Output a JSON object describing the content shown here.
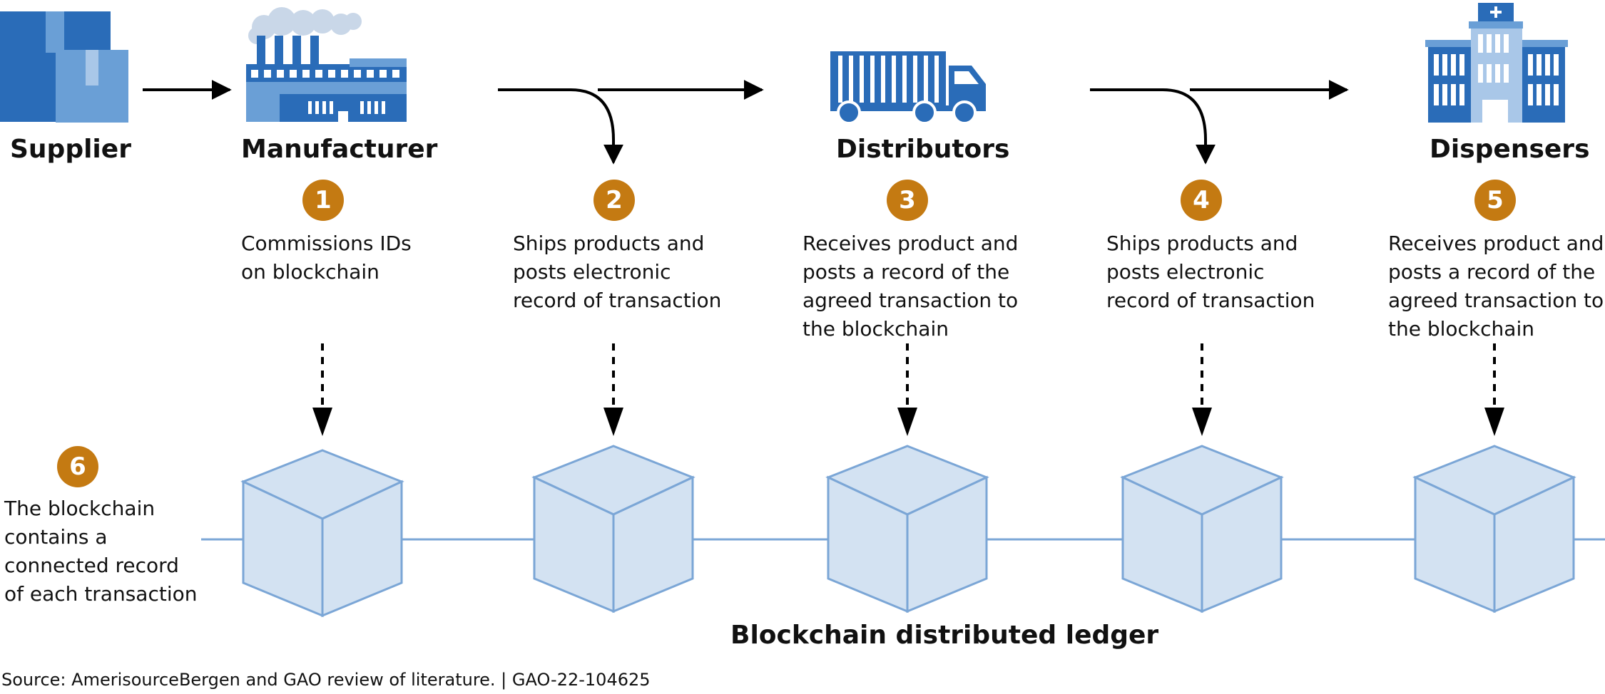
{
  "actors": {
    "supplier": "Supplier",
    "manufacturer": "Manufacturer",
    "distributors": "Distributors",
    "dispensers": "Dispensers"
  },
  "steps": [
    {
      "number": "1",
      "text": "Commissions IDs\non blockchain"
    },
    {
      "number": "2",
      "text": "Ships products and\nposts electronic\nrecord of transaction"
    },
    {
      "number": "3",
      "text": "Receives product and\nposts a record of the\nagreed transaction to\nthe blockchain"
    },
    {
      "number": "4",
      "text": "Ships products and\nposts electronic\nrecord of transaction"
    },
    {
      "number": "5",
      "text": "Receives product and\nposts a record of the\nagreed transaction to\nthe blockchain"
    },
    {
      "number": "6",
      "text": "The blockchain\ncontains a\nconnected record\nof each transaction"
    }
  ],
  "ledger_title": "Blockchain distributed ledger",
  "source_note": "Source: AmerisourceBergen and GAO review of literature.  |  GAO-22-104625",
  "colors": {
    "icon_dark": "#2a6cb8",
    "icon_light": "#6a9fd6",
    "cube_fill": "#d3e2f2",
    "cube_stroke": "#7ba6d6",
    "badge": "#c47a12"
  },
  "icons": [
    "boxes-icon",
    "factory-icon",
    "truck-icon",
    "hospital-icon",
    "cube-icon"
  ]
}
